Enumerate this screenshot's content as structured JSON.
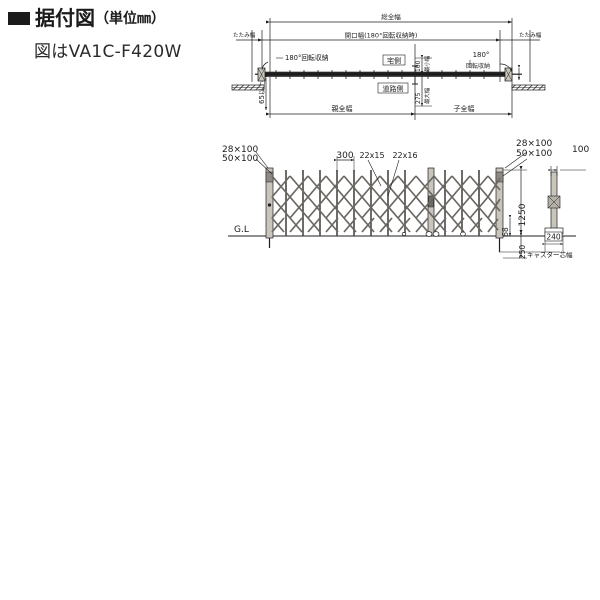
{
  "title": {
    "marker": "black-square",
    "main": "据付図",
    "unit": "（単位㎜）",
    "subtitle": "図はVA1C-F420W"
  },
  "plan_view": {
    "name": "plan-view-top",
    "labels": {
      "overall_width": "総全幅",
      "opening_width": "開口幅(180°回転収納時)",
      "fold_width_left": "たたみ幅",
      "fold_width_right": "たたみ幅",
      "rotate_store_left": "180°回転収納",
      "rotate_store_right_deg": "180°",
      "rotate_store_right": "回転収納",
      "house_side": "宅側",
      "road_side": "道路側",
      "parent_width": "親全幅",
      "child_width": "子全幅",
      "clearance": "65以上",
      "min_width_value": "100",
      "min_width_label": "最小幅",
      "max_width_value": "275",
      "max_width_label": "最大幅"
    }
  },
  "elevation_view": {
    "name": "elevation-view-bottom",
    "labels": {
      "post_left_1": "28×100",
      "post_left_2": "50×100",
      "pitch": "300",
      "lattice_1": "22x15",
      "lattice_2": "22x16",
      "post_right_1": "28×100",
      "post_right_2": "50×100",
      "section_width": "100",
      "height": "1250",
      "base_offset": "68",
      "base_height": "250",
      "caster_width_value": "240",
      "caster_width_label": "キャスター芯幅",
      "ground_line": "G.L"
    }
  },
  "colors": {
    "line": "#1f1f1f",
    "text": "#1b1b1b",
    "fill_light": "#c9c5bd",
    "fill_dark": "#3a3a3a",
    "background": "#ffffff"
  }
}
